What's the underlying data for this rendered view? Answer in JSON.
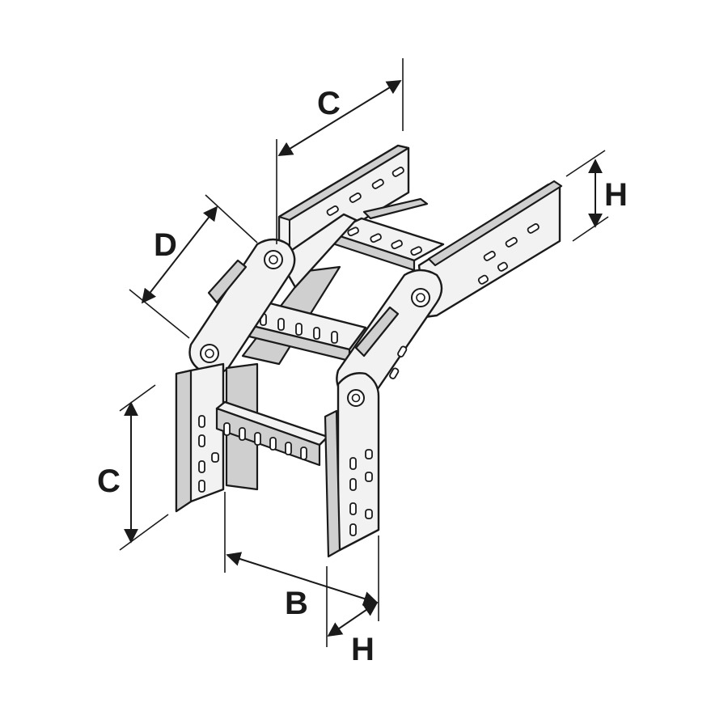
{
  "figure": {
    "description_labels": {
      "C_top": "C",
      "C_left": "C",
      "D": "D",
      "H_top": "H",
      "H_bottom": "H",
      "B": "B"
    }
  }
}
